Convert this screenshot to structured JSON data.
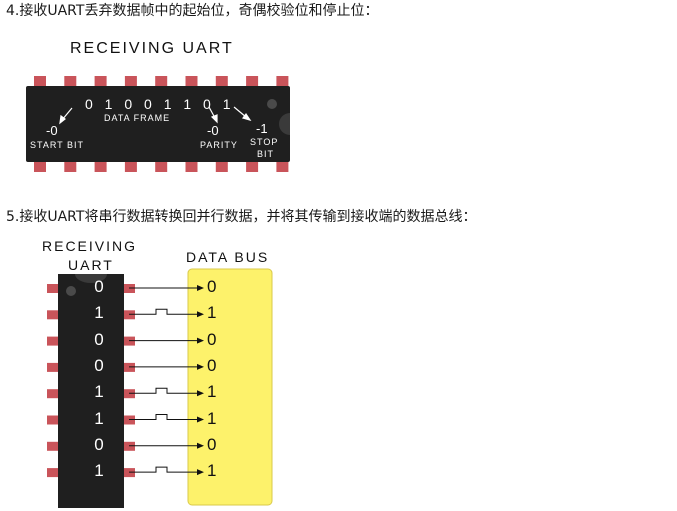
{
  "step4": {
    "text": "4.接收UART丢弃数据帧中的起始位，奇偶校验位和停止位："
  },
  "diagram1": {
    "title": "RECEIVING UART",
    "frame_bits": "0 1 0 0 1 1 0 1",
    "frame_label": "DATA FRAME",
    "start_value": "-0",
    "start_label": "START BIT",
    "parity_value": "-0",
    "parity_label": "PARITY",
    "stop_value": "-1",
    "stop_label_1": "STOP",
    "stop_label_2": "BIT"
  },
  "step5": {
    "text": "5.接收UART将串行数据转换回并行数据，并将其传输到接收端的数据总线："
  },
  "diagram2": {
    "chip_title_1": "RECEIVING",
    "chip_title_2": "UART",
    "bus_title": "DATA BUS",
    "bits": [
      "0",
      "1",
      "0",
      "0",
      "1",
      "1",
      "0",
      "1"
    ]
  },
  "colors": {
    "chip_body": "#1f1f1f",
    "pin": "#c9545a",
    "bus_fill": "#fdf26b",
    "bus_border": "#d9c94a"
  }
}
